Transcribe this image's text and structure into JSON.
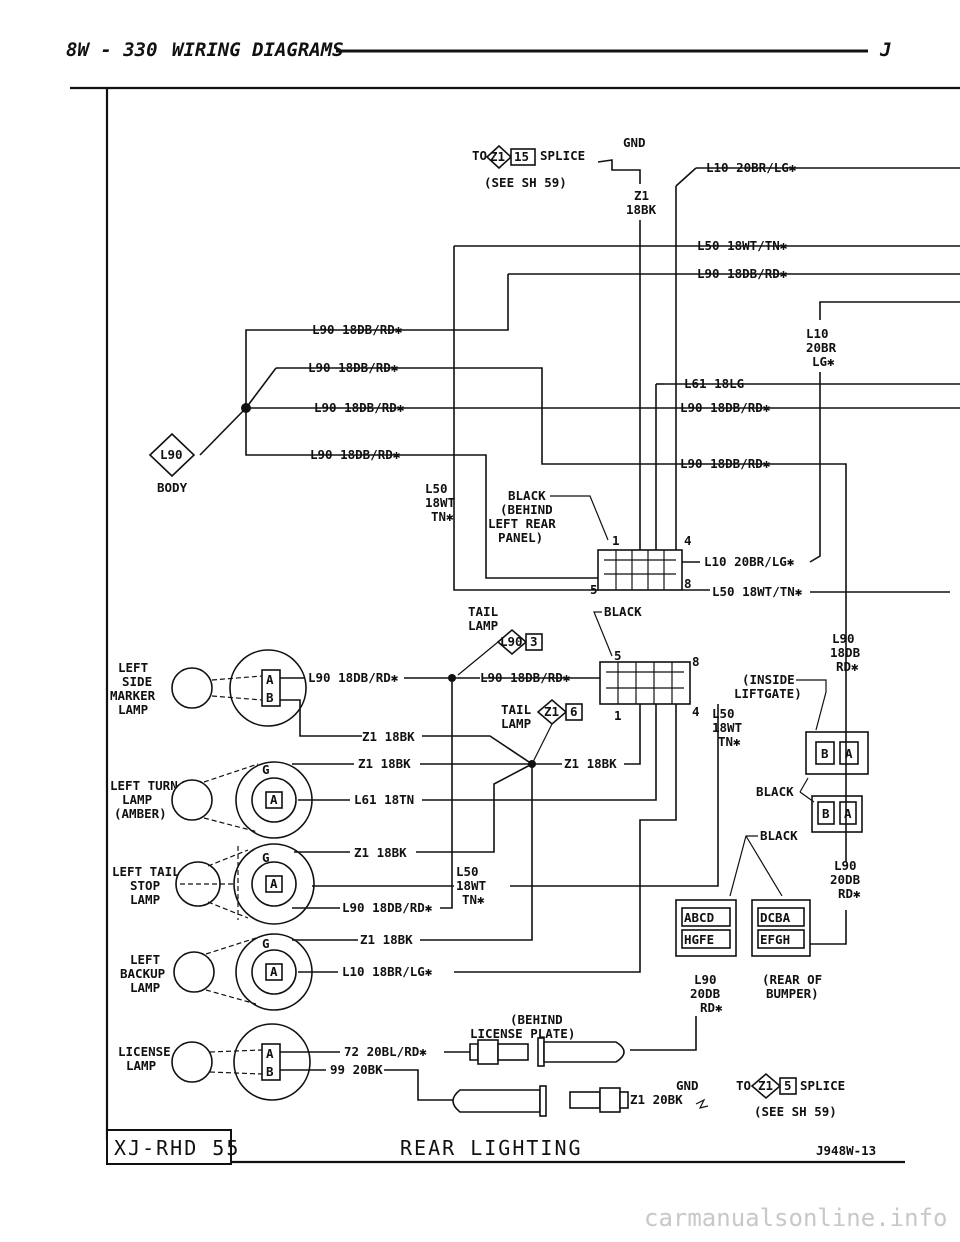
{
  "header": {
    "left": "8W - 330",
    "title": "WIRING DIAGRAMS",
    "right": "J"
  },
  "footer": {
    "page_code": "XJ-RHD 55",
    "section": "REAR LIGHTING",
    "figure_id": "J948W-13"
  },
  "watermark": "carmanualsonline.info",
  "labels": {
    "to": "TO",
    "z1": "Z1",
    "n15": "15",
    "n5": "5",
    "n3": "3",
    "n6": "6",
    "l90": "L90",
    "splice": "SPLICE",
    "see_sh59": "(SEE SH 59)",
    "gnd": "GND",
    "z1_18bk_v": "Z1",
    "bk18": "18BK",
    "l10_20br_lg": "L10 20BR/LG✱",
    "l50_18wt_tn": "L50 18WT/TN✱",
    "l90_18db_rd": "L90 18DB/RD✱",
    "l10_v1": "L10",
    "l10_v2": "20BR",
    "l10_v3": "LG✱",
    "l61_18lg": "L61 18LG",
    "body": "BODY",
    "l50_v1": "L50",
    "l50_v2": "18WT",
    "l50_v3": "TN✱",
    "black": "BLACK",
    "behind": "(BEHIND",
    "left_rear": "LEFT REAR",
    "panel": "PANEL)",
    "pin1": "1",
    "pin4": "4",
    "pin5": "5",
    "pin8": "8",
    "tail": "TAIL",
    "lamp": "LAMP",
    "l90_v1": "L90",
    "l90_v2": "18DB",
    "l90_v3": "RD✱",
    "inside": "(INSIDE",
    "liftgate": "LIFTGATE)",
    "left_side_marker": [
      "LEFT",
      "SIDE",
      "MARKER",
      "LAMP"
    ],
    "left_turn": [
      "LEFT TURN",
      "LAMP",
      "(AMBER)"
    ],
    "left_tail_stop": [
      "LEFT TAIL/",
      "STOP",
      "LAMP"
    ],
    "left_backup": [
      "LEFT",
      "BACKUP",
      "LAMP"
    ],
    "license_lamp": [
      "LICENSE",
      "LAMP"
    ],
    "z1_18bk": "Z1 18BK",
    "l61_18tn": "L61 18TN",
    "l10_18br_lg": "L10 18BR/LG✱",
    "w72": "72 20BL/RD✱",
    "w99": "99 20BK",
    "pinA": "A",
    "pinB": "B",
    "pinG": "G",
    "l90_20db_1": "L90",
    "l90_20db_2": "20DB",
    "l90_20db_3": "RD✱",
    "rear_of": "(REAR OF",
    "bumper": "BUMPER)",
    "behind2": "(BEHIND",
    "license_plate": "LICENSE PLATE)",
    "z1_20bk": "Z1 20BK",
    "c_abcd": "ABCD",
    "c_hgfe": "HGFE",
    "c_dcba": "DCBA",
    "c_efgh": "EFGH"
  }
}
